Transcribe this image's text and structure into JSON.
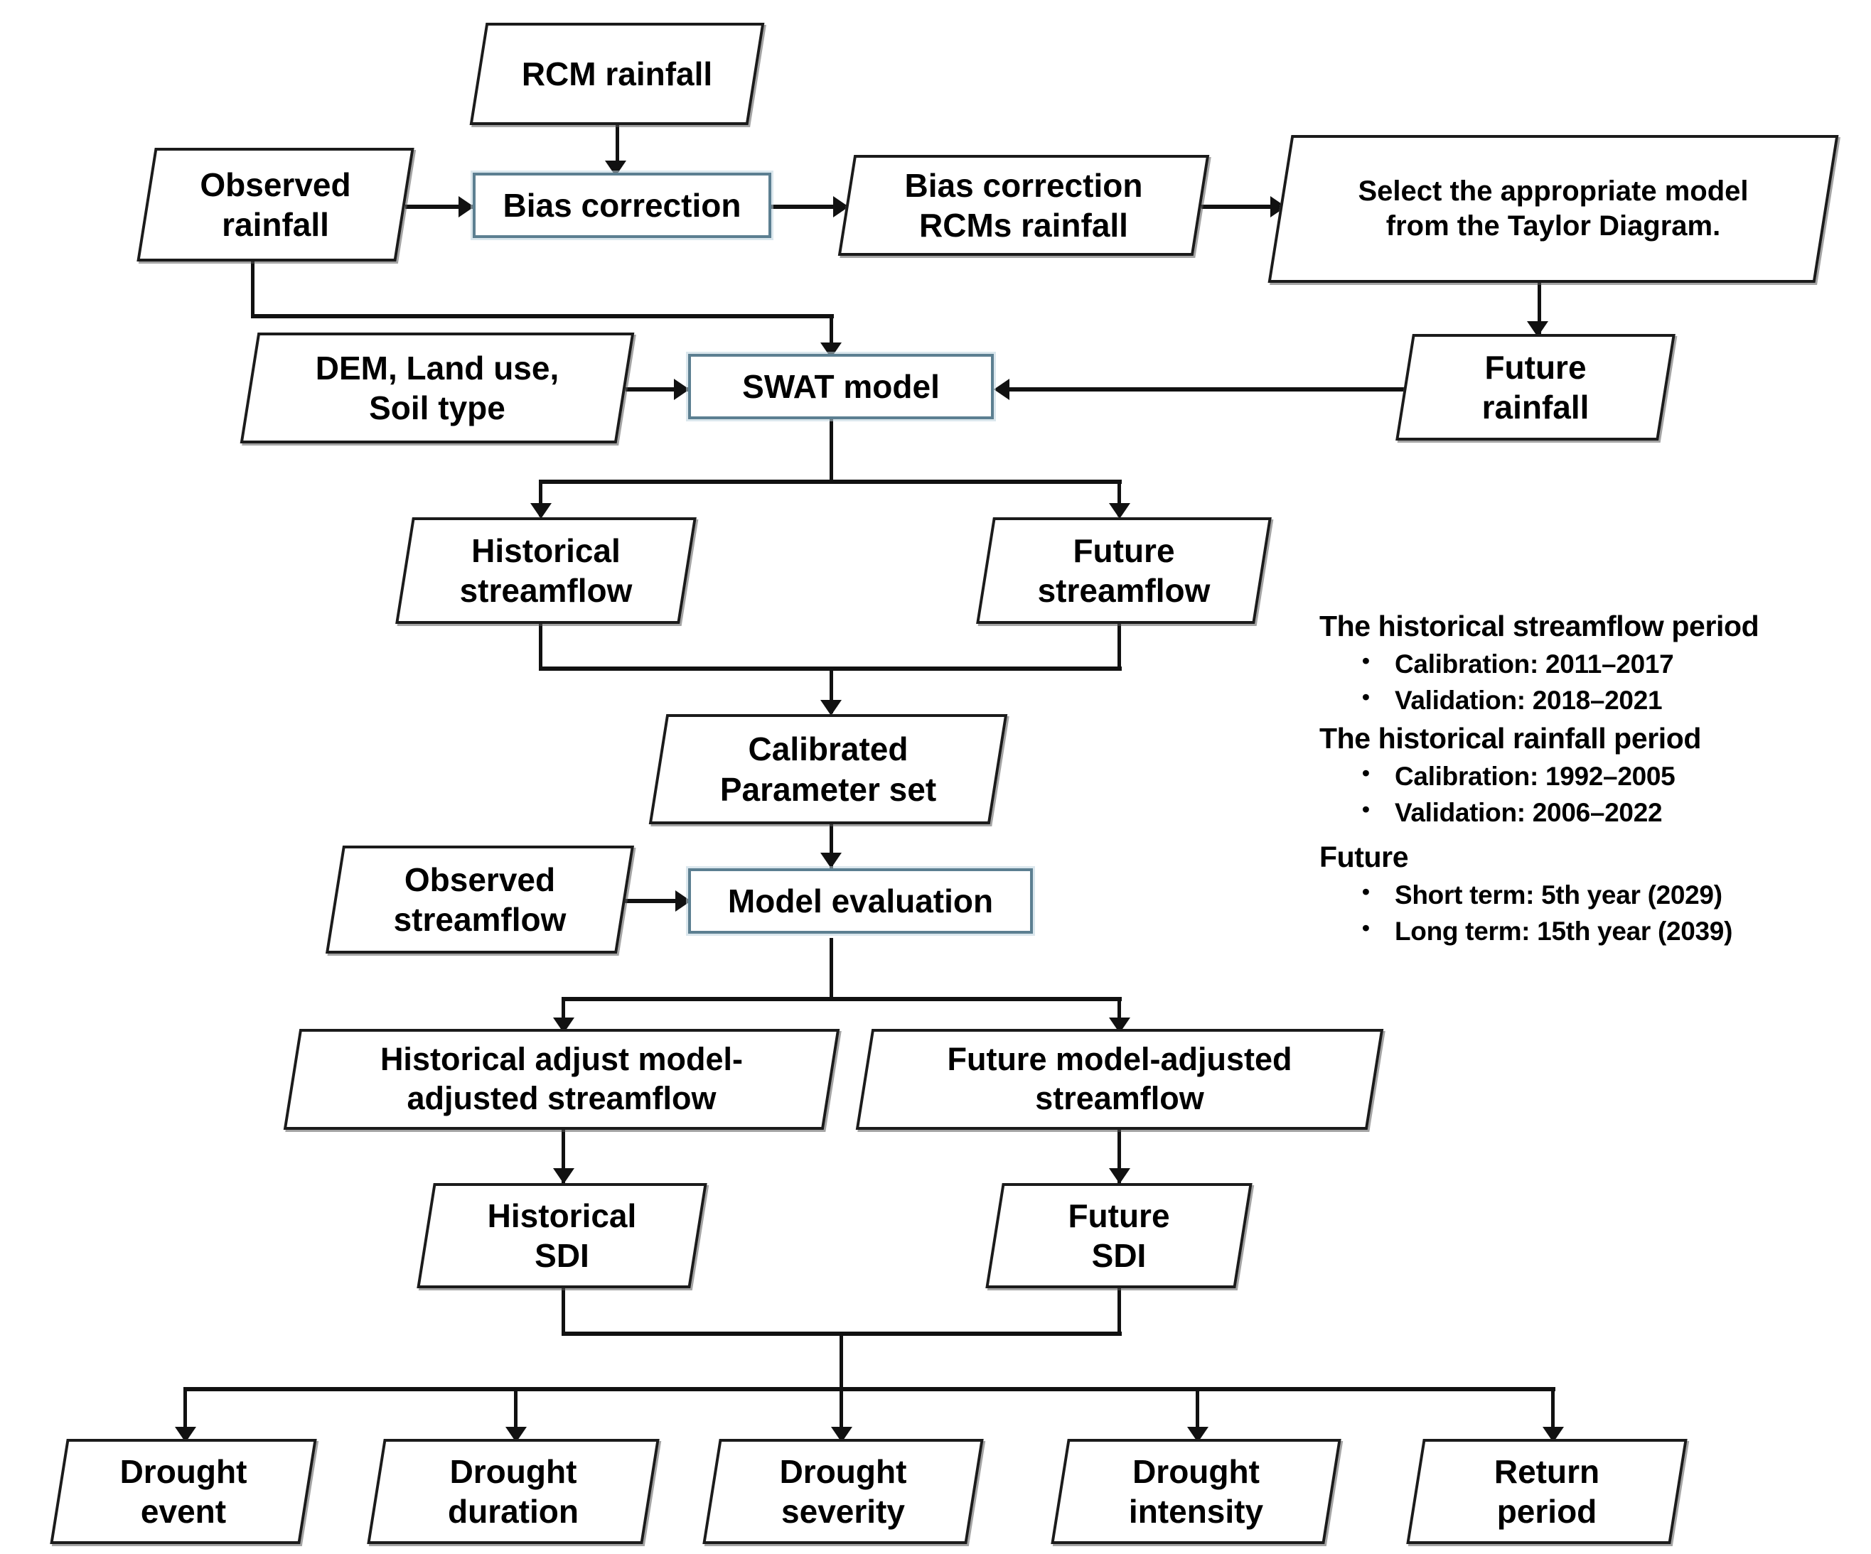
{
  "diagram": {
    "title": "SWAT / SDI hydrological drought modelling workflow",
    "accent_color": "#5c7f91",
    "line_color": "#111111",
    "background": "#ffffff",
    "nodes": {
      "rcm_rainfall": "RCM rainfall",
      "observed_rainfall": "Observed\nrainfall",
      "bias_correction": "Bias correction",
      "bias_corrected_rcms_rainfall": "Bias correction\nRCMs rainfall",
      "select_model_taylor": "Select the appropriate model\nfrom the Taylor Diagram.",
      "future_rainfall": "Future\nrainfall",
      "dem_land_soil": "DEM, Land use,\nSoil type",
      "swat_model": "SWAT model",
      "historical_streamflow": "Historical\nstreamflow",
      "future_streamflow": "Future\nstreamflow",
      "calibrated_parameter_set": "Calibrated\nParameter set",
      "observed_streamflow": "Observed\nstreamflow",
      "model_evaluation": "Model evaluation",
      "historical_adjusted_streamflow": "Historical adjust model-\nadjusted streamflow",
      "future_adjusted_streamflow": "Future model-adjusted\nstreamflow",
      "historical_sdi": "Historical\nSDI",
      "future_sdi": "Future\nSDI",
      "drought_event": "Drought\nevent",
      "drought_duration": "Drought\nduration",
      "drought_severity": "Drought\nseverity",
      "drought_intensity": "Drought\nintensity",
      "return_period": "Return\nperiod"
    }
  },
  "legend": {
    "sections": [
      {
        "heading": "The historical streamflow period",
        "items": [
          "Calibration: 2011–2017",
          "Validation: 2018–2021"
        ]
      },
      {
        "heading": "The historical rainfall period",
        "items": [
          "Calibration: 1992–2005",
          "Validation: 2006–2022"
        ]
      },
      {
        "heading": "Future",
        "items": [
          "Short term: 5th year (2029)",
          "Long term: 15th year (2039)"
        ]
      }
    ]
  }
}
